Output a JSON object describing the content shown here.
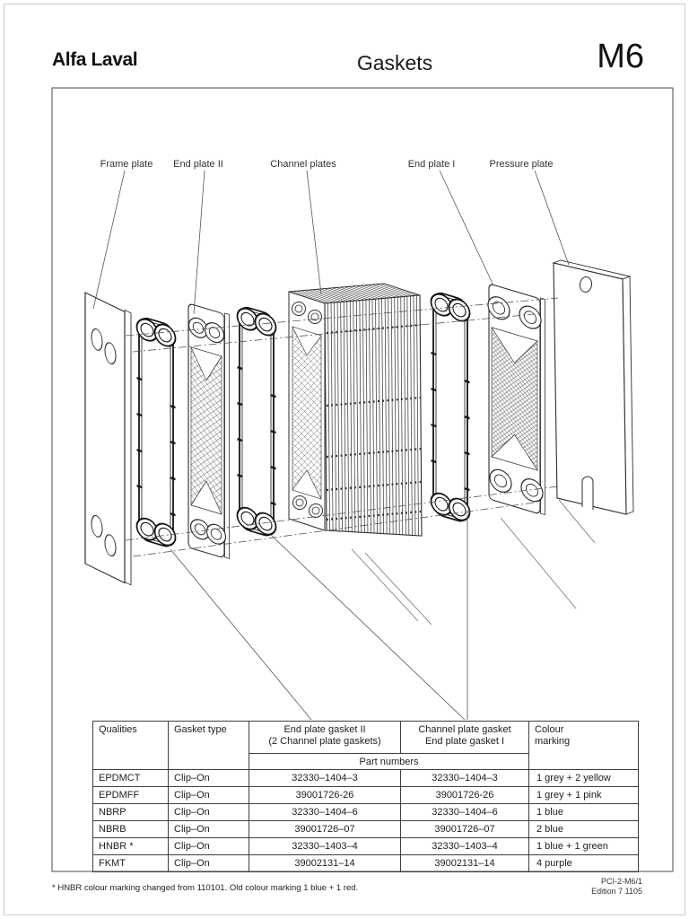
{
  "header": {
    "logo": "Alfa Laval",
    "title": "Gaskets",
    "model": "M6"
  },
  "diagram": {
    "labels": [
      {
        "text": "Frame plate"
      },
      {
        "text": "End plate II"
      },
      {
        "text": "Channel plates"
      },
      {
        "text": "End plate I"
      },
      {
        "text": "Pressure plate"
      }
    ]
  },
  "table": {
    "col_qualities": "Qualities",
    "col_gasket_type": "Gasket type",
    "col_end_plate_line1": "End plate gasket II",
    "col_end_plate_line2": "(2 Channel plate gaskets)",
    "col_channel_line1": "Channel plate gasket",
    "col_channel_line2": "End plate gasket I",
    "col_colour": "Colour marking",
    "part_numbers_label": "Part numbers",
    "rows": [
      {
        "quality": "EPDMCT",
        "gasket_type": "Clip–On",
        "part_end": "32330–1404–3",
        "part_channel": "32330–1404–3",
        "colour": "1 grey + 2 yellow"
      },
      {
        "quality": "EPDMFF",
        "gasket_type": "Clip–On",
        "part_end": "39001726-26",
        "part_channel": "39001726-26",
        "colour": "1 grey + 1 pink"
      },
      {
        "quality": "NBRP",
        "gasket_type": "Clip–On",
        "part_end": "32330–1404–6",
        "part_channel": "32330–1404–6",
        "colour": "1 blue"
      },
      {
        "quality": "NBRB",
        "gasket_type": "Clip–On",
        "part_end": "39001726–07",
        "part_channel": "39001726–07",
        "colour": "2 blue"
      },
      {
        "quality": "HNBR *",
        "gasket_type": "Clip–On",
        "part_end": "32330–1403–4",
        "part_channel": "32330–1403–4",
        "colour": "1 blue + 1 green"
      },
      {
        "quality": "FKMT",
        "gasket_type": "Clip–On",
        "part_end": "39002131–14",
        "part_channel": "39002131–14",
        "colour": "4 purple"
      }
    ]
  },
  "footnote": "* HNBR colour marking changed from 110101. Old colour marking 1 blue + 1 red.",
  "doc_ref": {
    "number": "PCI-2-M6/1",
    "edition": "Edition 7 1105"
  }
}
